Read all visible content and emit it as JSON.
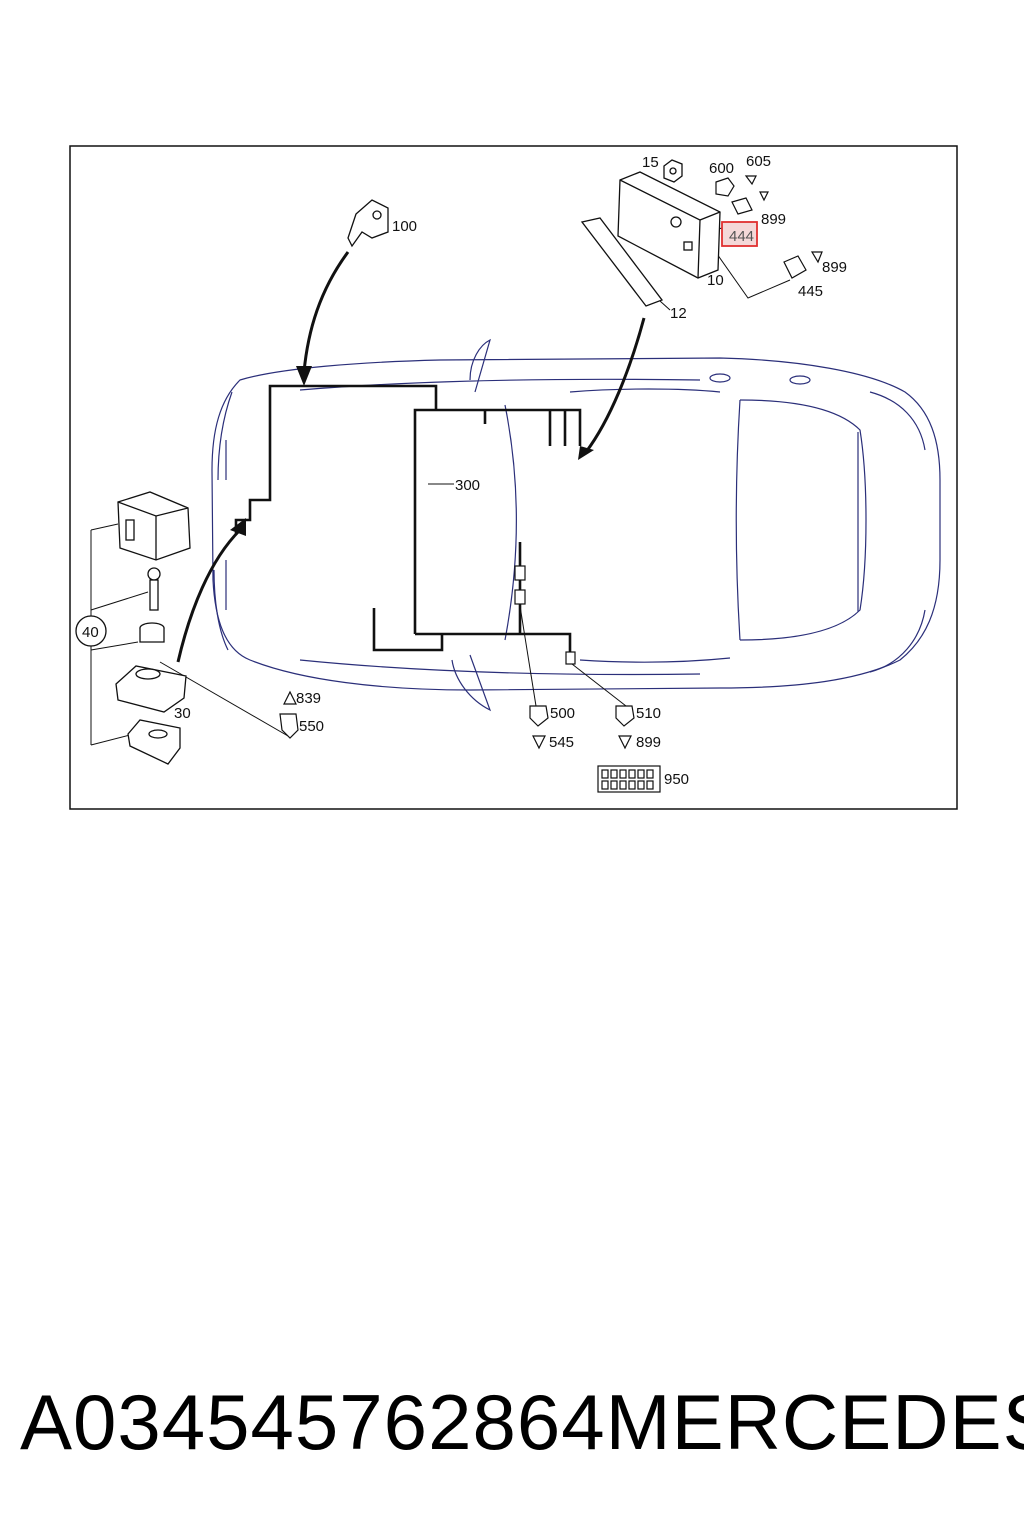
{
  "diagram": {
    "part_callouts": {
      "p15": "15",
      "p600": "600",
      "p605": "605",
      "p899a": "899",
      "p444": "444",
      "p10": "10",
      "p899b": "899",
      "p445": "445",
      "p12": "12",
      "p100": "100",
      "p300": "300",
      "p40": "40",
      "p30": "30",
      "p839": "839",
      "p550": "550",
      "p500": "500",
      "p545": "545",
      "p510": "510",
      "p899c": "899",
      "p950": "950"
    },
    "highlighted_part": "444",
    "colors": {
      "car_outline": "#2b2f7a",
      "harness": "#111111",
      "highlight": "#e03030"
    }
  },
  "footer": {
    "part_number": "A034545762864",
    "brand": "MERCEDES"
  }
}
